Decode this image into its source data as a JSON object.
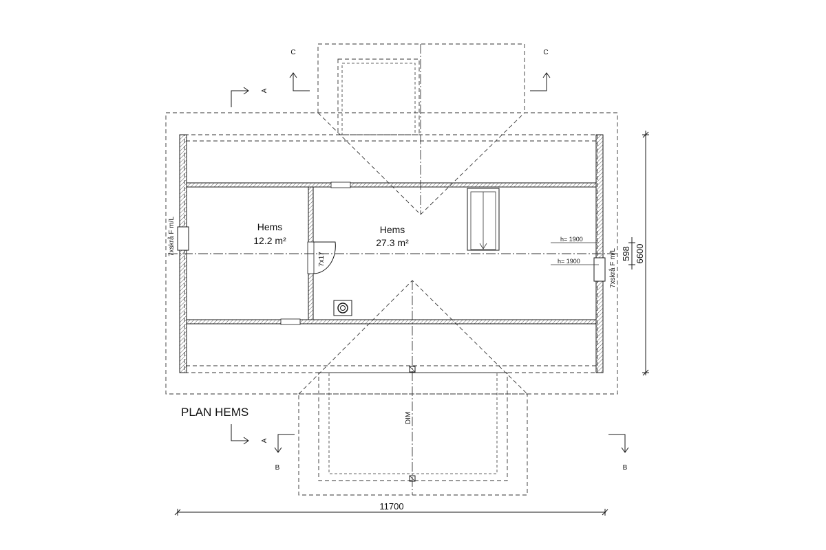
{
  "drawing": {
    "title": "PLAN HEMS",
    "rooms": [
      {
        "name": "Hems",
        "area": "12.2 m²"
      },
      {
        "name": "Hems",
        "area": "27.3 m²"
      }
    ],
    "door_label": "7x17",
    "window_label_left": "7xskrå F m/L",
    "window_label_right": "7xskrå F m/L",
    "height_marks": [
      "h= 1900",
      "h= 1900"
    ],
    "dimensions": {
      "width": "11700",
      "depth": "6600",
      "small": "598"
    },
    "dim_axis_label": "DIM",
    "section_marks": {
      "a_top": "A",
      "a_bottom": "A",
      "b_left": "B",
      "b_right": "B",
      "c_left": "C",
      "c_right": "C"
    }
  }
}
